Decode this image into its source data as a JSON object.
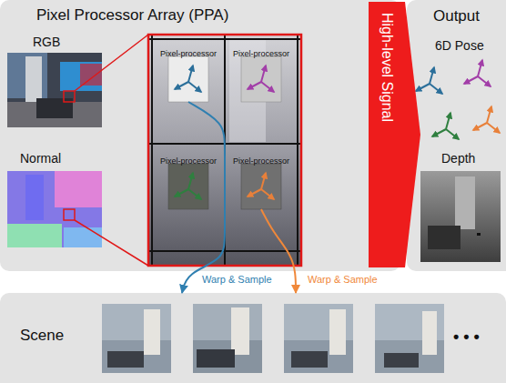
{
  "diagram": {
    "nodes": [
      {
        "text": [
          "Pixel Processor Array (PPA)"
        ]
      },
      {
        "text": [
          "Pixel-processor"
        ],
        "in": 0
      },
      {
        "text": [
          "Pixel-processor"
        ],
        "in": 0
      },
      {
        "text": [
          "Pixel-processor"
        ],
        "in": 0
      },
      {
        "text": [
          "Pixel-processor"
        ],
        "in": 0
      },
      {
        "text": [
          "High-level Signal"
        ]
      },
      {
        "text": [
          "Output"
        ]
      },
      {
        "text": [
          "Scene"
        ]
      }
    ],
    "edges": [
      {
        "from": 1,
        "to": 7,
        "label": "Warp & Sample",
        "arrow": "to"
      },
      {
        "from": 4,
        "to": 7,
        "label": "Warp & Sample",
        "arrow": "to"
      }
    ],
    "labels": [
      "RGB",
      "Normal",
      "6D Pose",
      "Depth",
      "• • •"
    ]
  }
}
